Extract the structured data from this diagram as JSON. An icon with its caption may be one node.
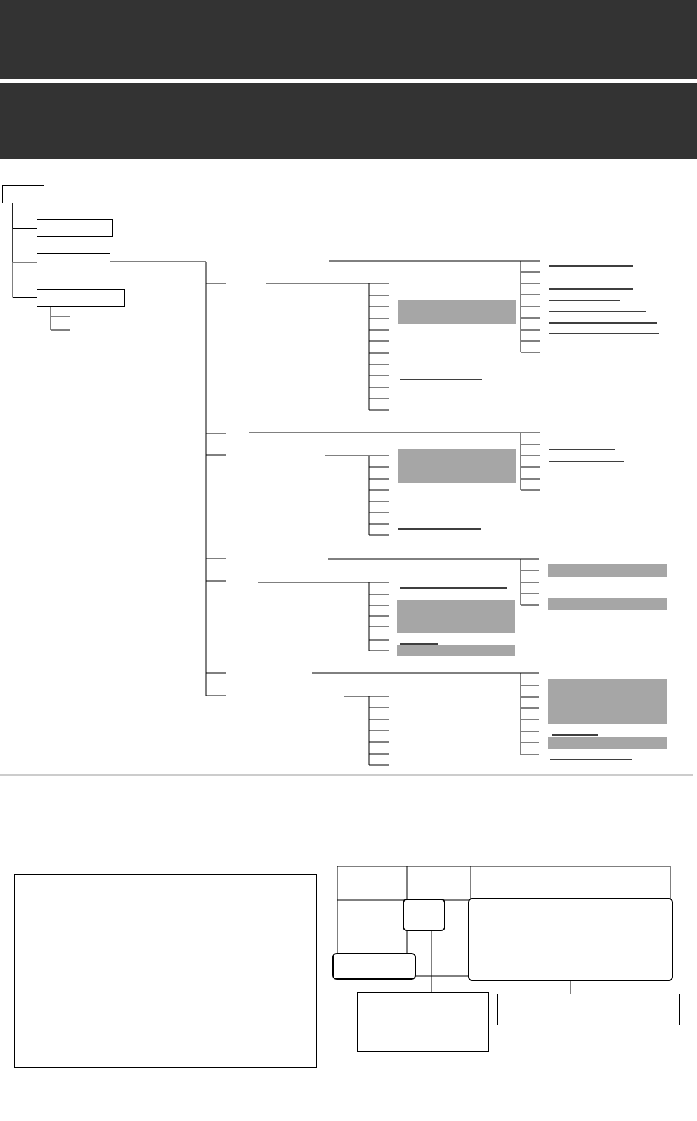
{
  "diagram": {
    "nodes": [
      {
        "text": [],
        "shape": "band"
      },
      {
        "text": [],
        "shape": "band"
      },
      {
        "text": [],
        "shape": "box"
      },
      {
        "text": [],
        "shape": "box"
      },
      {
        "text": [],
        "shape": "box"
      },
      {
        "text": [],
        "shape": "box"
      },
      {
        "text": [],
        "shape": "bar"
      },
      {
        "text": [],
        "shape": "bar"
      },
      {
        "text": [],
        "shape": "bar"
      },
      {
        "text": [],
        "shape": "bar"
      },
      {
        "text": [],
        "shape": "bar"
      },
      {
        "text": [],
        "shape": "bar"
      },
      {
        "text": [],
        "shape": "bar"
      },
      {
        "text": [],
        "shape": "bar"
      },
      {
        "text": [],
        "shape": "box"
      },
      {
        "text": [],
        "shape": "box"
      },
      {
        "text": [],
        "shape": "box"
      },
      {
        "text": [],
        "shape": "box"
      },
      {
        "text": [],
        "shape": "box"
      },
      {
        "text": [],
        "shape": "box"
      }
    ],
    "edges": [
      {
        "from": 2,
        "to": 3,
        "arrow": "none"
      },
      {
        "from": 2,
        "to": 4,
        "arrow": "none"
      },
      {
        "from": 2,
        "to": 5,
        "arrow": "none"
      },
      {
        "from": 14,
        "to": 15,
        "arrow": "none"
      },
      {
        "from": 16,
        "to": 18,
        "arrow": "none"
      },
      {
        "from": 17,
        "to": 19,
        "arrow": "none"
      }
    ]
  }
}
